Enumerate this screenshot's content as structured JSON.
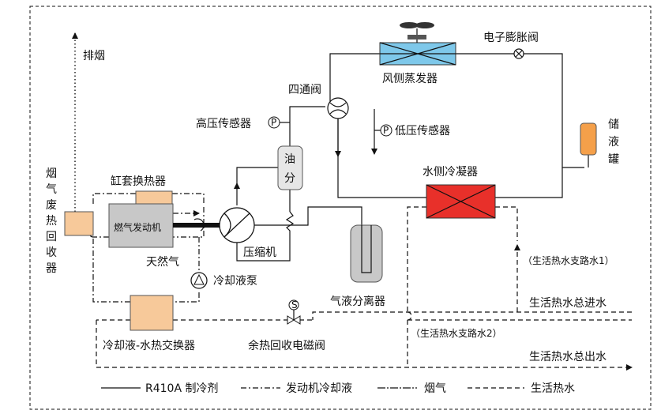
{
  "labels": {
    "exhaust": "排烟",
    "flue_recovery": [
      "烟",
      "气",
      "废",
      "热",
      "回",
      "收",
      "器"
    ],
    "cylinder_hx": "缸套换热器",
    "gas_engine": "燃气发动机",
    "natural_gas": "天然气",
    "coolant_pump": "冷却液泵",
    "coolant_water_hx": "冷却液-水热交换器",
    "waste_heat_valve": "余热回收电磁阀",
    "high_p_sensor": "高压传感器",
    "low_p_sensor": "低压传感器",
    "four_way_valve": "四通阀",
    "oil_separator": [
      "油",
      "分"
    ],
    "compressor": "压缩机",
    "gas_liquid_separator": "气液分离器",
    "air_evaporator": "风侧蒸发器",
    "expansion_valve": "电子膨胀阀",
    "receiver": [
      "储",
      "液",
      "罐"
    ],
    "water_condenser": "水侧冷凝器",
    "branch1": "（生活热水支路水1）",
    "branch2": "（生活热水支路水2）",
    "main_in": "生活热水总进水",
    "main_out": "生活热水总出水",
    "pressure_symbol": "P",
    "valve_symbol": "S"
  },
  "legend": {
    "refrigerant": "R410A 制冷剂",
    "coolant": "发动机冷却液",
    "flue": "烟气",
    "hot_water": "生活热水"
  },
  "colors": {
    "evaporator_blue": "#7ec8ea",
    "condenser_red": "#e8302a",
    "heat_exchanger_tan": "#f7c99a",
    "engine_gray": "#c8c8c8",
    "receiver_orange": "#f5a04a",
    "oil_sep_gray": "#e6e6e6"
  }
}
